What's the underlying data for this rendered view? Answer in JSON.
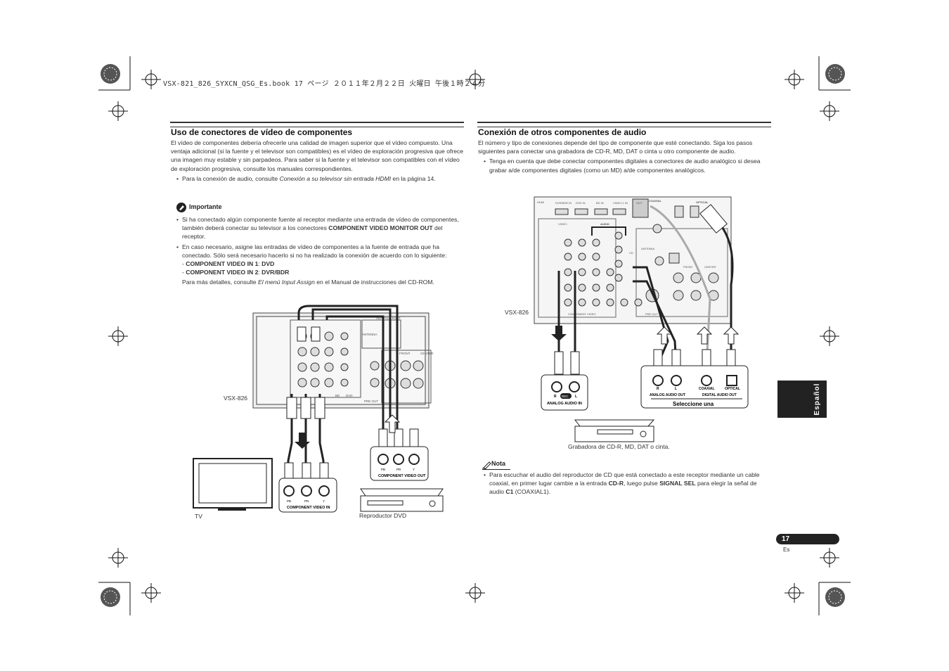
{
  "header": {
    "file_line": "VSX-821_826_SYXCN_QSG_Es.book  17 ページ  ２０１１年２月２２日  火曜日  午後１時２４分"
  },
  "left": {
    "title": "Uso de conectores de vídeo de componentes",
    "intro": "El vídeo de componentes debería ofrecerle una calidad de imagen superior que el vídeo compuesto. Una ventaja adicional (si la fuente y el televisor son compatibles) es el vídeo de exploración progresiva que ofrece una imagen muy estable y sin parpadeos. Para saber si la fuente y el televisor son compatibles con el vídeo de exploración progresiva, consulte los manuales correspondientes.",
    "bullet_audio_prefix": "Para la conexión de audio, consulte ",
    "bullet_audio_link": "Conexión a su televisor sin entrada HDMI",
    "bullet_audio_suffix": " en la página 14.",
    "important_label": "Importante",
    "imp1_a": "Si ha conectado algún componente fuente al receptor mediante una entrada de vídeo de componentes, también deberá conectar su televisor a los conectores ",
    "imp1_b": "COMPONENT VIDEO MONITOR OUT",
    "imp1_c": " del receptor.",
    "imp2": "En caso necesario, asigne las entradas de vídeo de componentes a la fuente de entrada que ha conectado. Sólo será necesario hacerlo si no ha realizado la conexión de acuerdo con lo siguiente:",
    "dash": "- ",
    "in1_a": "COMPONENT VIDEO IN 1",
    "in1_b": ": ",
    "in1_c": "DVD",
    "in2_a": "COMPONENT VIDEO IN 2",
    "in2_b": ": ",
    "in2_c": "DVR/BDR",
    "more_a": "Para más detalles, consulte ",
    "more_b": "El menú Input Assign",
    "more_c": " en el Manual de instrucciones del CD-ROM.",
    "diagram": {
      "receiver_label": "VSX-826",
      "tv_label": "TV",
      "dvd_label": "Reproductor DVD",
      "tv_jack_title": "COMPONENT VIDEO IN",
      "dvd_jack_title": "COMPONENT VIDEO OUT",
      "jacks": [
        "PB",
        "PR",
        "Y"
      ],
      "adapter": "ADAPTER PORT",
      "antenna": "ANTENNA",
      "front": "FRONT",
      "center": "CENTER",
      "pre_out": "PRE OUT",
      "bd": "BD",
      "dvd": "DVD"
    }
  },
  "right": {
    "title": "Conexión de otros componentes de audio",
    "intro": "El número y tipo de conexiones depende del tipo de componente que esté conectando. Siga los pasos siguientes para conectar una grabadora de CD-R, MD, DAT o cinta u otro componente de audio.",
    "bullet": "Tenga en cuenta que debe conectar componentes digitales a conectores de audio analógico si desea grabar a/de componentes digitales (como un MD) a/de componentes analógicos.",
    "diagram": {
      "receiver_label": "VSX-826",
      "recorder_label": "Grabadora de CD-R, MD, DAT o cinta.",
      "analog_in": "ANALOG AUDIO IN",
      "analog_out": "ANALOG AUDIO OUT",
      "digital_out": "DIGITAL AUDIO OUT",
      "coaxial": "COAXIAL",
      "optical": "OPTICAL",
      "select_one": "Seleccione una",
      "rec": "REC",
      "r": "R",
      "l": "L",
      "hdmi": "HDMI",
      "video": "VIDEO",
      "audio": "AUDIO",
      "antenna": "ANTENNA",
      "front": "FRONT",
      "center": "CENTER",
      "pre_out": "PRE OUT",
      "component_video": "COMPONENT VIDEO",
      "cd": "CD",
      "hdmi_ports": [
        "DVR/BDR IN",
        "DVD IN",
        "BD IN",
        "VIDEO 1 IN",
        "OUT"
      ]
    },
    "nota_label": "Nota",
    "nota_a": "Para escuchar el audio del reproductor de CD que está conectado a este receptor mediante un cable coaxial, en primer lugar cambie a la entrada ",
    "nota_b": "CD-R",
    "nota_c": ", luego pulse ",
    "nota_d": "SIGNAL SEL",
    "nota_e": " para elegir la señal de audio ",
    "nota_f": "C1",
    "nota_g": " (COAXIAL1)."
  },
  "tab": {
    "language": "Español"
  },
  "footer": {
    "page": "17",
    "lang_code": "Es"
  }
}
